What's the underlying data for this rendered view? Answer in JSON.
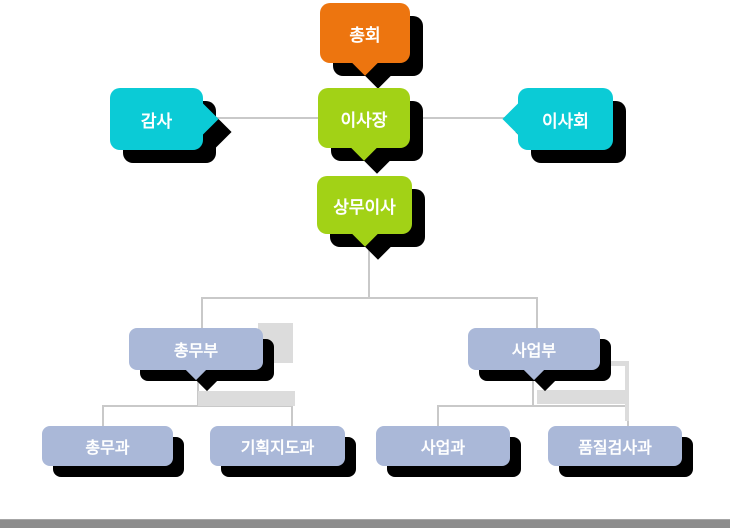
{
  "diagram": {
    "type": "organization-chart",
    "nodes": {
      "assembly": {
        "label": "총회",
        "color": "#ed750f"
      },
      "auditor": {
        "label": "감사",
        "color": "#0bcbd6"
      },
      "chairman": {
        "label": "이사장",
        "color": "#a2d216"
      },
      "board": {
        "label": "이사회",
        "color": "#0bcbd6"
      },
      "managing_director": {
        "label": "상무이사",
        "color": "#a2d216"
      },
      "general_affairs_dept": {
        "label": "총무부",
        "color": "#aab8d8"
      },
      "business_dept": {
        "label": "사업부",
        "color": "#aab8d8"
      },
      "general_affairs_section": {
        "label": "총무과",
        "color": "#aab8d8"
      },
      "planning_guidance_section": {
        "label": "기획지도과",
        "color": "#aab8d8"
      },
      "business_section": {
        "label": "사업과",
        "color": "#aab8d8"
      },
      "quality_inspection_section": {
        "label": "품질검사과",
        "color": "#aab8d8"
      }
    },
    "edges": [
      [
        "assembly",
        "chairman"
      ],
      [
        "auditor",
        "chairman"
      ],
      [
        "board",
        "chairman"
      ],
      [
        "chairman",
        "managing_director"
      ],
      [
        "managing_director",
        "general_affairs_dept"
      ],
      [
        "managing_director",
        "business_dept"
      ],
      [
        "general_affairs_dept",
        "general_affairs_section"
      ],
      [
        "general_affairs_dept",
        "planning_guidance_section"
      ],
      [
        "business_dept",
        "business_section"
      ],
      [
        "business_dept",
        "quality_inspection_section"
      ]
    ],
    "colors": {
      "background": "#ffffff",
      "node_text": "#ffffff",
      "shadow": "#000000",
      "connector_line": "#c9c9c9",
      "connector_artifact": "#dcdcdc",
      "footer_bar": "#8c8c8c"
    }
  }
}
